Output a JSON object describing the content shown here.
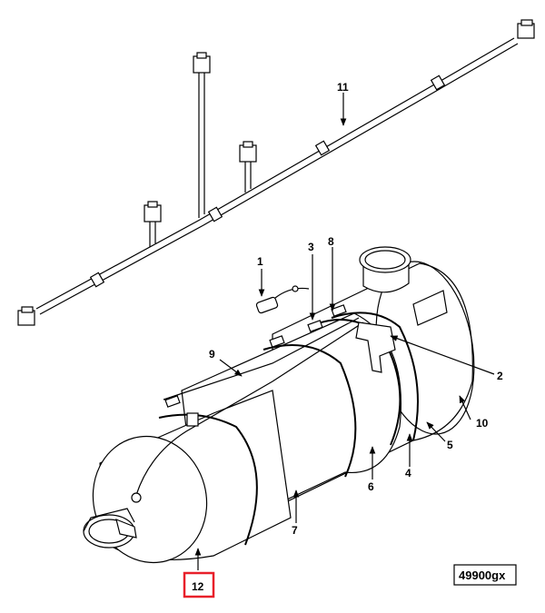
{
  "diagram": {
    "reference_code": "49900gx",
    "highlight_color": "#e8202a",
    "callouts": [
      {
        "id": "c1",
        "label": "1"
      },
      {
        "id": "c2",
        "label": "2"
      },
      {
        "id": "c3",
        "label": "3"
      },
      {
        "id": "c4",
        "label": "4"
      },
      {
        "id": "c5",
        "label": "5"
      },
      {
        "id": "c6",
        "label": "6"
      },
      {
        "id": "c7",
        "label": "7"
      },
      {
        "id": "c8",
        "label": "8"
      },
      {
        "id": "c9",
        "label": "9"
      },
      {
        "id": "c10",
        "label": "10"
      },
      {
        "id": "c11",
        "label": "11"
      },
      {
        "id": "c12",
        "label": "12"
      }
    ]
  }
}
